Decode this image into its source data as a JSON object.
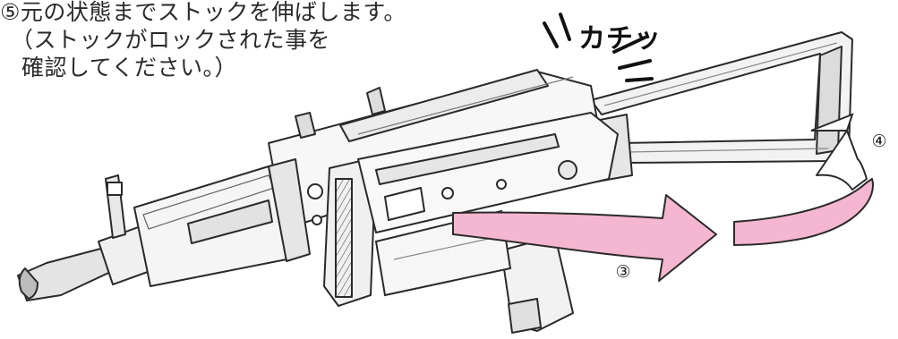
{
  "instructions": {
    "line1": "⑤元の状態までストックを伸ばします。",
    "line2": "（ストックがロックされた事を",
    "line3": "確認してください。）"
  },
  "sound_effect": "カチッ",
  "steps": {
    "step3": "③",
    "step4": "④"
  },
  "colors": {
    "arrow_fill": "#f4b6d0",
    "arrow_stroke": "#2a2a2a",
    "line_art": "#2a2a2a",
    "metal_shade": "#d8d8d8",
    "background": "#ffffff"
  }
}
